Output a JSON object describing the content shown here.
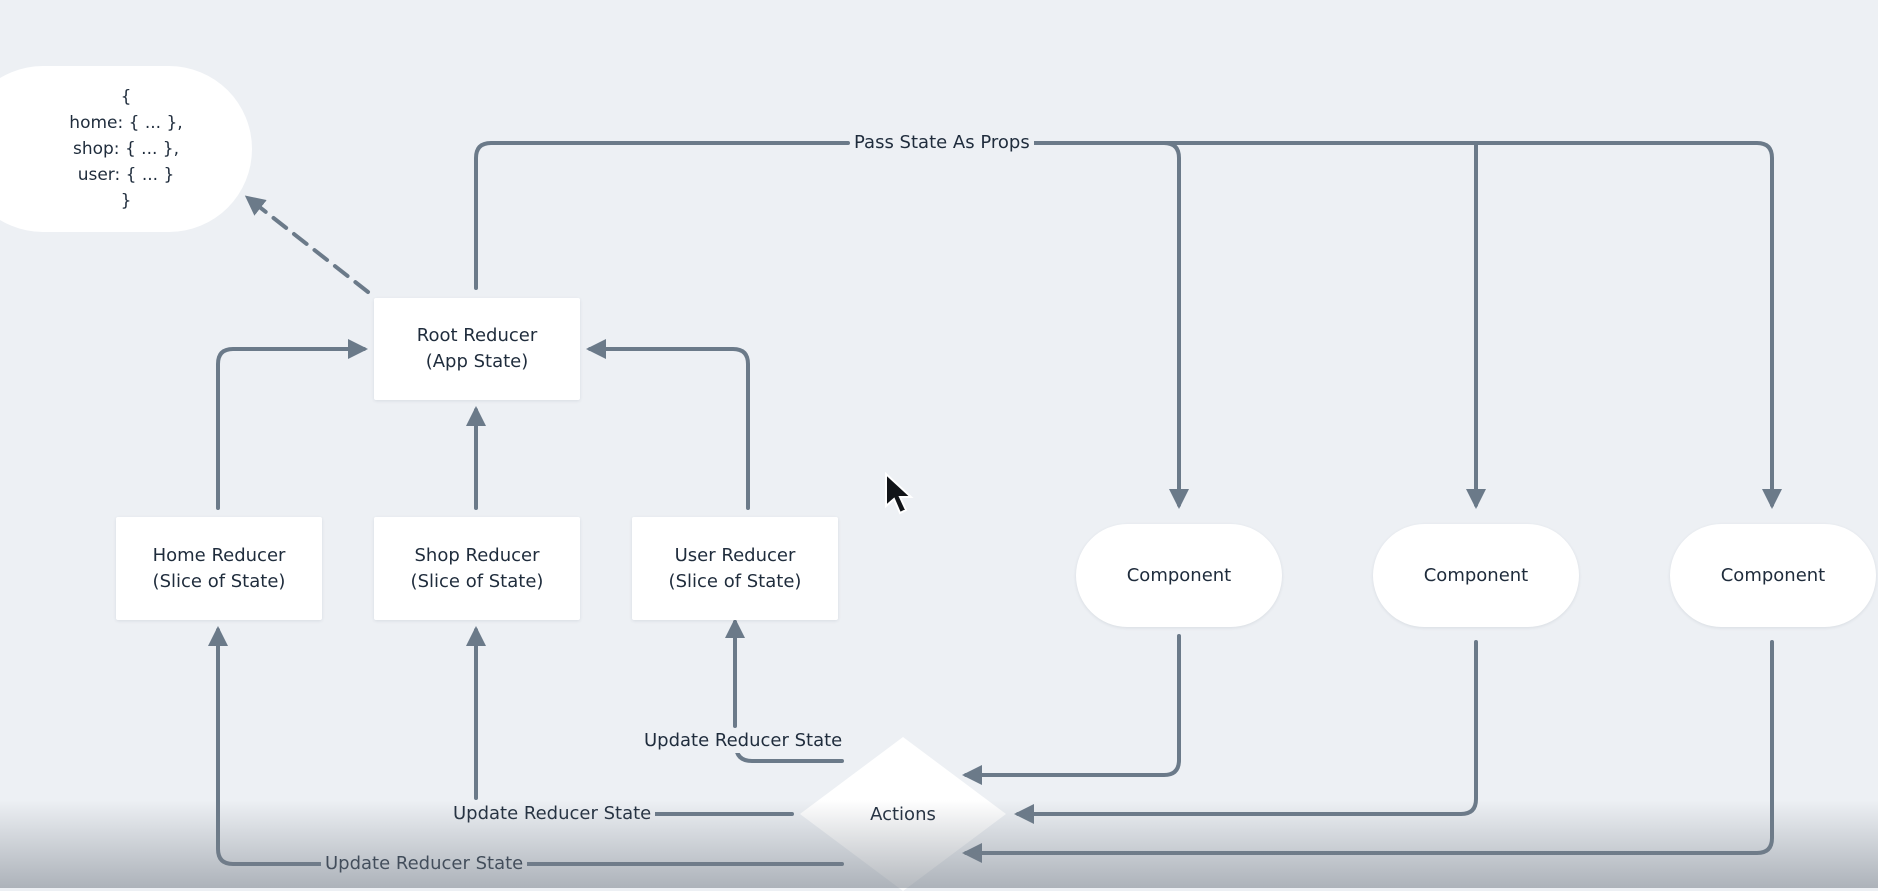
{
  "colors": {
    "background": "#edf0f4",
    "node_fill": "#ffffff",
    "edge": "#6b7a89",
    "text": "#1f2c3c"
  },
  "state_object": {
    "lines": [
      "{",
      "home: { ... },",
      "shop: { ... },",
      "user: { ... }",
      "}"
    ]
  },
  "nodes": {
    "root": {
      "line1": "Root Reducer",
      "line2": "(App State)"
    },
    "home": {
      "line1": "Home Reducer",
      "line2": "(Slice of State)"
    },
    "shop": {
      "line1": "Shop Reducer",
      "line2": "(Slice of State)"
    },
    "user": {
      "line1": "User Reducer",
      "line2": "(Slice of State)"
    },
    "component_1": {
      "label": "Component"
    },
    "component_2": {
      "label": "Component"
    },
    "component_3": {
      "label": "Component"
    },
    "actions": {
      "label": "Actions"
    }
  },
  "edge_labels": {
    "pass_state": "Pass State As Props",
    "update_user": "Update Reducer State",
    "update_shop": "Update Reducer State",
    "update_home": "Update Reducer State"
  },
  "icons": {
    "cursor": "mouse-pointer-icon"
  }
}
